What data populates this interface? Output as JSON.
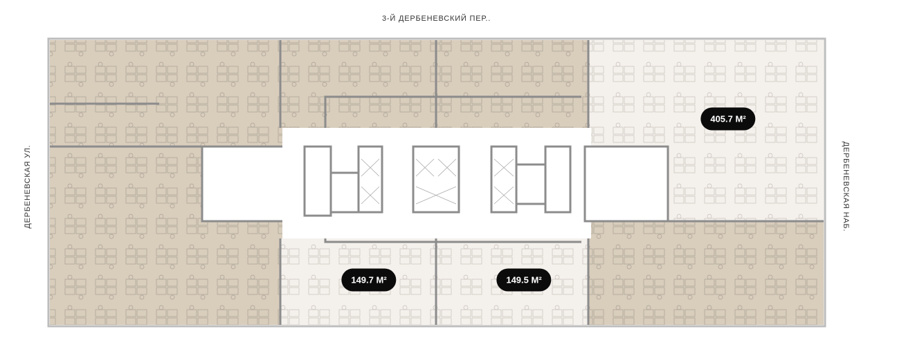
{
  "streets": {
    "top": "3-Й ДЕРБЕНЕВСКИЙ ПЕР..",
    "left": "ДЕРБЕНЕВСКАЯ УЛ.",
    "right": "ДЕРБЕНЕВСКАЯ НАБ."
  },
  "units": [
    {
      "id": "east-upper",
      "area": "405.7 М²",
      "status": "available"
    },
    {
      "id": "south-west",
      "area": "149.7 М²",
      "status": "available"
    },
    {
      "id": "south-east",
      "area": "149.5 М²",
      "status": "available"
    }
  ],
  "colors": {
    "occupied": "#d9cdbc",
    "available": "#f4f0ec",
    "wall": "#8c8c8c",
    "badge": "#0b0b0b"
  }
}
